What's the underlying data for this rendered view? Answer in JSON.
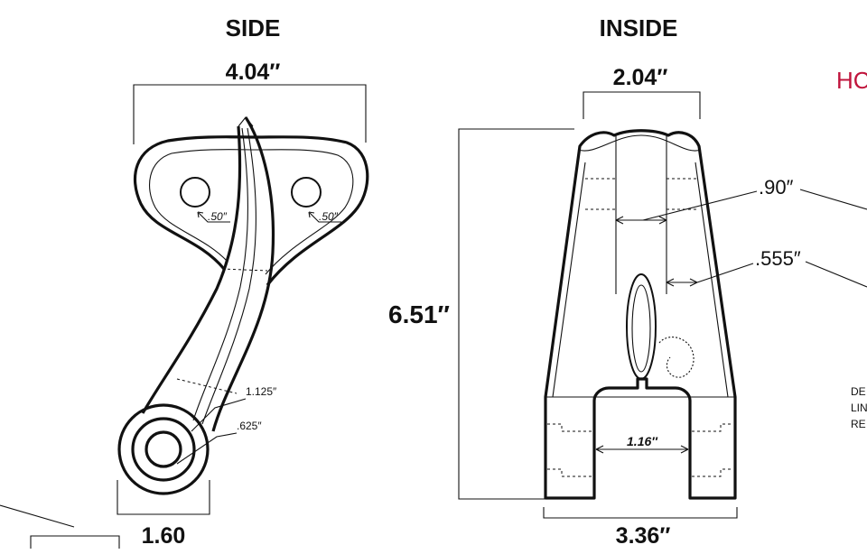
{
  "side": {
    "title": "SIDE",
    "width": "4.04″",
    "hole_left": ".50″",
    "hole_right": ".50″",
    "outer_ring": "1.125″",
    "inner_ring": ".625″",
    "base_width": "1.60"
  },
  "inside": {
    "title": "INSIDE",
    "top_width": "2.04″",
    "height": "6.51″",
    "channel": ".90″",
    "wall": ".555″",
    "slot": "1.16″",
    "bottom_width": "3.36″"
  },
  "right_panel": {
    "heading": "HC",
    "note_lines": [
      "DE",
      "LIN",
      "RE"
    ],
    "accent_color": "#c0143c"
  }
}
